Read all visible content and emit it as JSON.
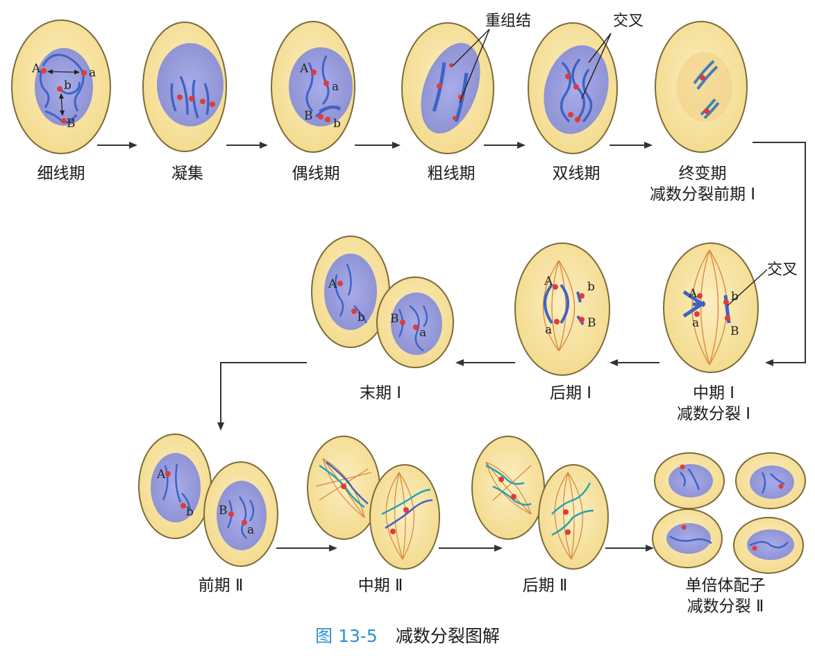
{
  "stages": [
    {
      "label": "细线期",
      "sublabel": ""
    },
    {
      "label": "凝集",
      "sublabel": ""
    },
    {
      "label": "偶线期",
      "sublabel": ""
    },
    {
      "label": "粗线期",
      "sublabel": ""
    },
    {
      "label": "双线期",
      "sublabel": ""
    },
    {
      "label": "终变期",
      "sublabel": "减数分裂前期 I"
    },
    {
      "label": "中期 I",
      "sublabel": "减数分裂 I"
    },
    {
      "label": "后期 I",
      "sublabel": ""
    },
    {
      "label": "末期 I",
      "sublabel": ""
    },
    {
      "label": "前期 Ⅱ",
      "sublabel": ""
    },
    {
      "label": "中期 Ⅱ",
      "sublabel": ""
    },
    {
      "label": "后期 Ⅱ",
      "sublabel": ""
    },
    {
      "label": "单倍体配子",
      "sublabel": "减数分裂 Ⅱ"
    }
  ],
  "annotations": {
    "recombination_nodule": "重组结",
    "chiasma_top": "交叉",
    "chiasma_right": "交叉"
  },
  "allele_letters": {
    "A": "A",
    "a": "a",
    "B": "B",
    "b": "b"
  },
  "caption": {
    "figure_number": "图 13-5",
    "title": "减数分裂图解"
  },
  "colors": {
    "cell_fill": "#f7e3a0",
    "cell_stroke": "#7a6a3a",
    "nucleus_fill": "#9b9fdc",
    "chromosome": "#3e63c4",
    "centromere": "#e03a3a",
    "spindle": "#d9833a",
    "caption_number": "#2f8fd0"
  }
}
